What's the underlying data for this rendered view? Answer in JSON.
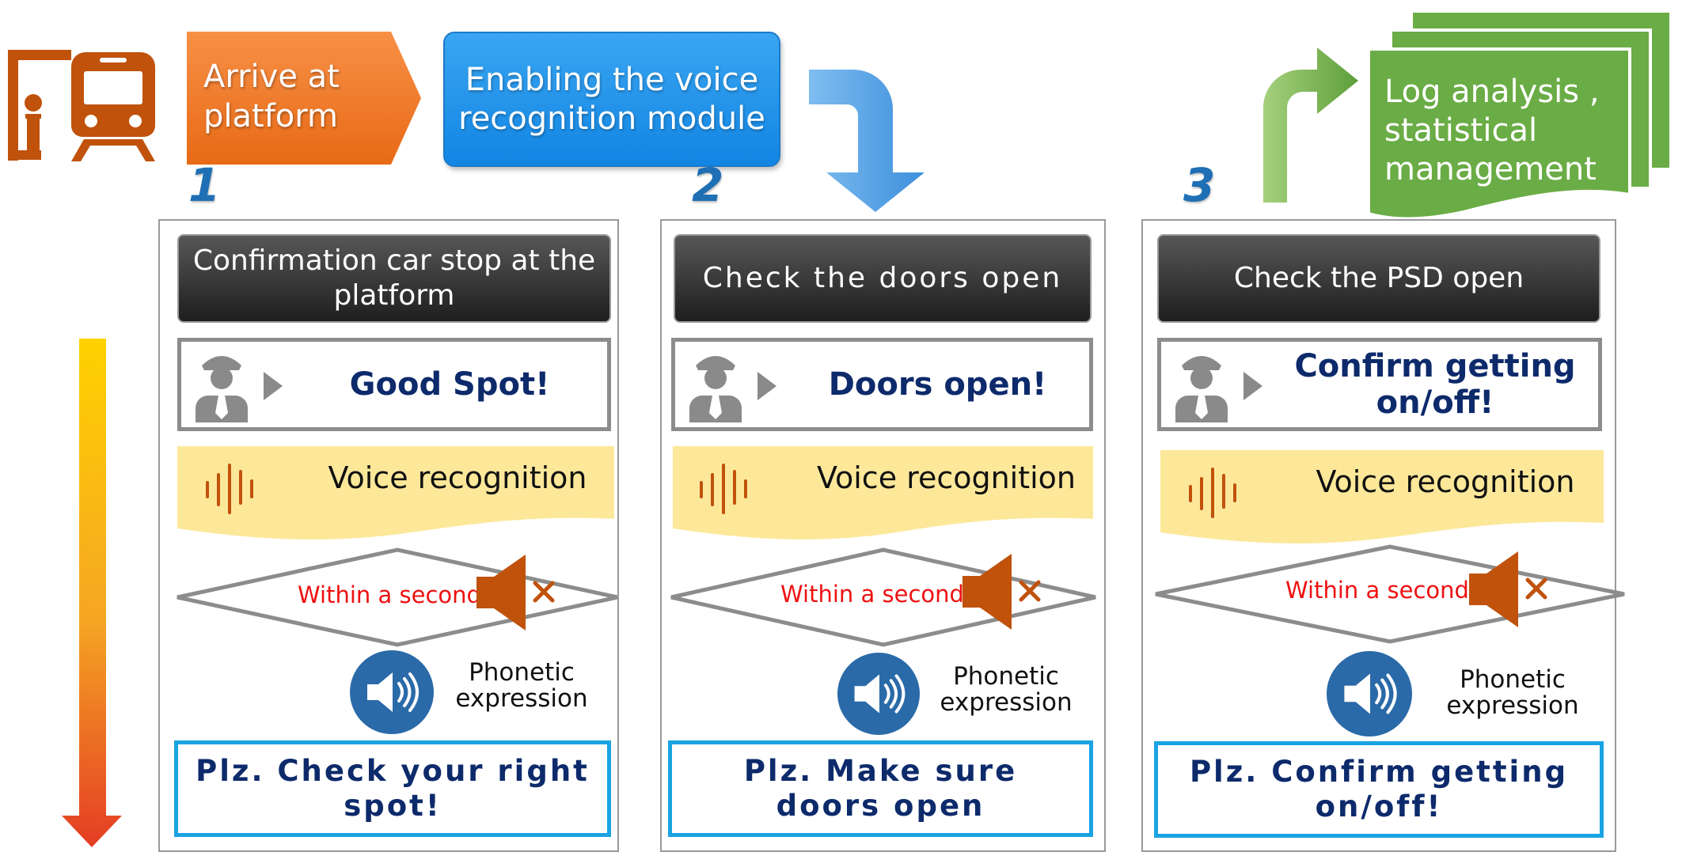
{
  "header": {
    "arrive": "Arrive at platform",
    "voice_module": "Enabling the voice recognition module",
    "log": "Log analysis , statistical management"
  },
  "steps": [
    {
      "number": "1",
      "title": "Confirmation car stop at the platform",
      "speech": "Good Spot!",
      "voice_label": "Voice recognition",
      "within": "Within a second",
      "phonetic": "Phonetic expression",
      "please": "Plz. Check your right spot!"
    },
    {
      "number": "2",
      "title": "Check the doors open",
      "speech": "Doors open!",
      "voice_label": "Voice recognition",
      "within": "Within a second",
      "phonetic": "Phonetic expression",
      "please": "Plz. Make sure doors open"
    },
    {
      "number": "3",
      "title": "Check the PSD open",
      "speech": "Confirm getting on/off!",
      "voice_label": "Voice recognition",
      "within": "Within a second",
      "phonetic": "Phonetic expression",
      "please": "Plz. Confirm getting on/off!"
    }
  ],
  "colors": {
    "orange": "#ef7a29",
    "blue": "#1b8be6",
    "green": "#6aac45",
    "navy_text": "#0d2a6b",
    "alert_red": "#ee1111",
    "voice_band": "#fde89a",
    "speaker_brown": "#c0520c",
    "sound_blue": "#2a6aa8"
  },
  "icons": [
    "train-platform-icon",
    "conductor-icon",
    "play-triangle-icon",
    "sound-wave-icon",
    "mute-speaker-icon",
    "speaker-sound-icon",
    "down-arrow-icon",
    "turn-down-arrow-icon",
    "turn-up-arrow-icon",
    "document-stack-icon",
    "timeline-arrow-icon"
  ]
}
